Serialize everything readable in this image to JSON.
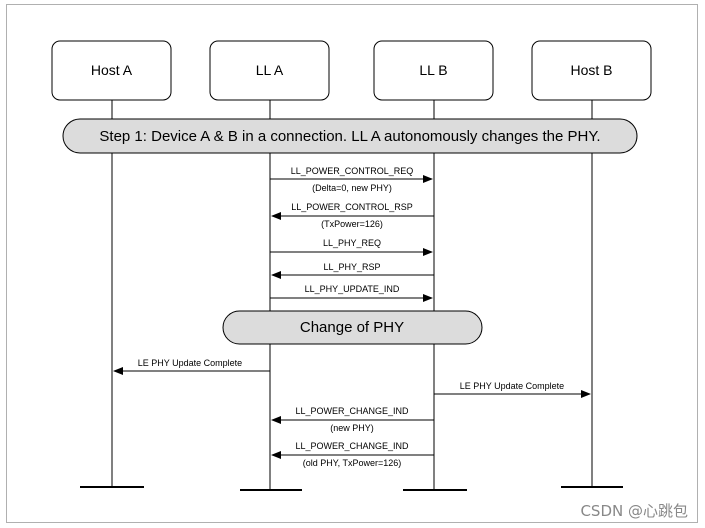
{
  "participants": [
    {
      "label": "Host A"
    },
    {
      "label": "LL A"
    },
    {
      "label": "LL B"
    },
    {
      "label": "Host B"
    }
  ],
  "steps": [
    {
      "label": "Step 1: Device A & B in a connection. LL A autonomously changes the PHY."
    },
    {
      "label": "Change of PHY"
    }
  ],
  "messages": [
    {
      "label": "LL_POWER_CONTROL_REQ",
      "sublabel": "(Delta=0, new PHY)",
      "direction": "right"
    },
    {
      "label": "LL_POWER_CONTROL_RSP",
      "sublabel": "(TxPower=126)",
      "direction": "left"
    },
    {
      "label": "LL_PHY_REQ",
      "sublabel": "",
      "direction": "right"
    },
    {
      "label": "LL_PHY_RSP",
      "sublabel": "",
      "direction": "left"
    },
    {
      "label": "LL_PHY_UPDATE_IND",
      "sublabel": "",
      "direction": "right"
    },
    {
      "label": "LE PHY Update Complete",
      "sublabel": "",
      "direction": "left"
    },
    {
      "label": "LE PHY Update Complete",
      "sublabel": "",
      "direction": "right"
    },
    {
      "label": "LL_POWER_CHANGE_IND",
      "sublabel": "(new PHY)",
      "direction": "left"
    },
    {
      "label": "LL_POWER_CHANGE_IND",
      "sublabel": "(old PHY, TxPower=126)",
      "direction": "left"
    }
  ],
  "watermark": "CSDN @心跳包",
  "colors": {
    "box_fill": "#ffffff",
    "step_fill": "#dcdcdc",
    "line": "#000000",
    "frame": "#b0b0b0"
  }
}
